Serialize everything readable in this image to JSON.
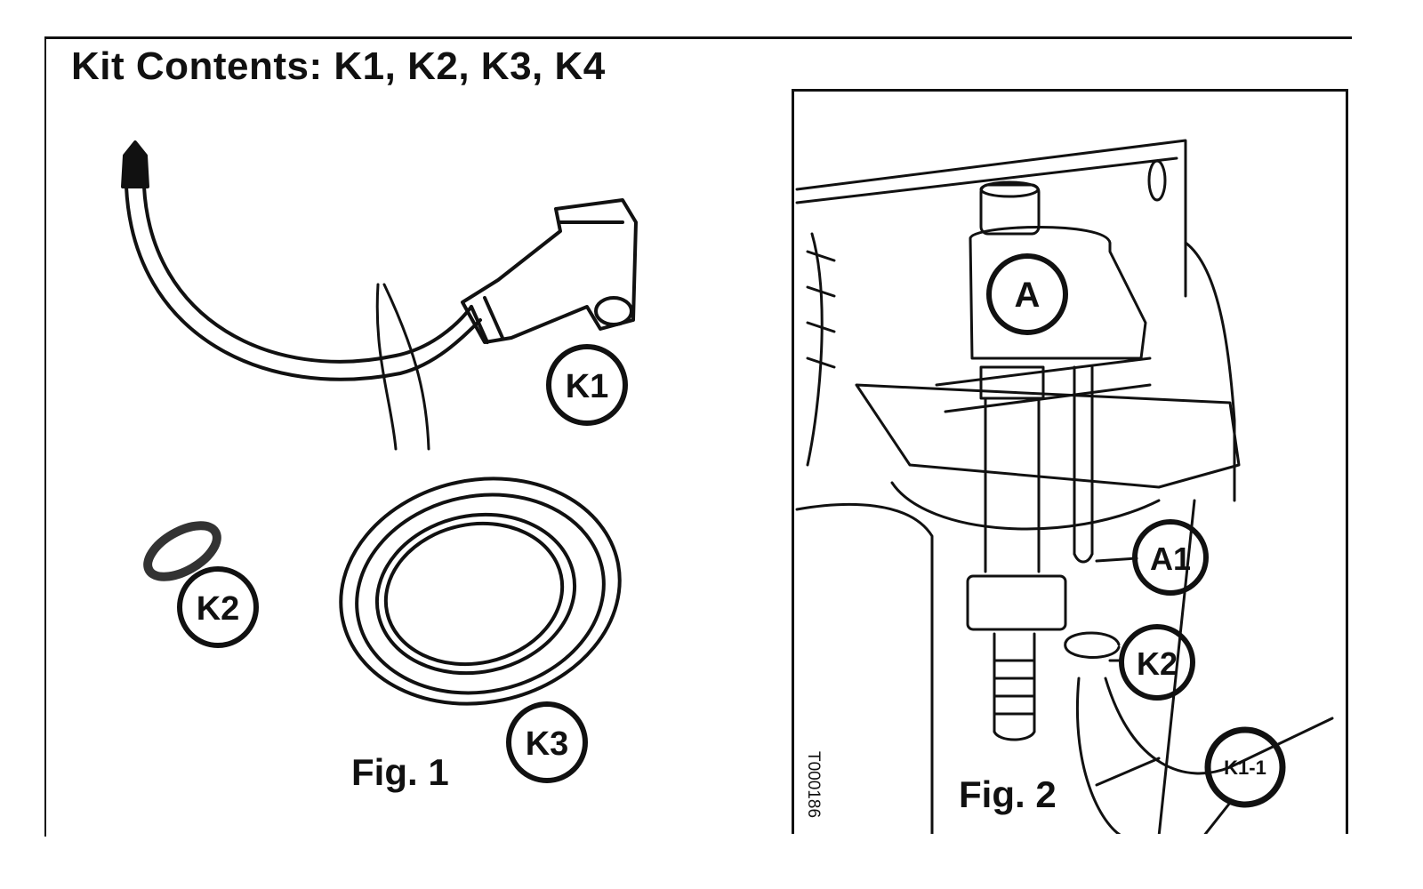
{
  "title": "Kit Contents: K1, K2, K3, K4",
  "fig1": {
    "caption": "Fig. 1",
    "callouts": [
      "K1",
      "K2",
      "K3"
    ]
  },
  "fig2": {
    "caption": "Fig. 2",
    "callouts": [
      "A",
      "A1",
      "K2",
      "K1-1"
    ],
    "drawing_code": "T000186"
  }
}
